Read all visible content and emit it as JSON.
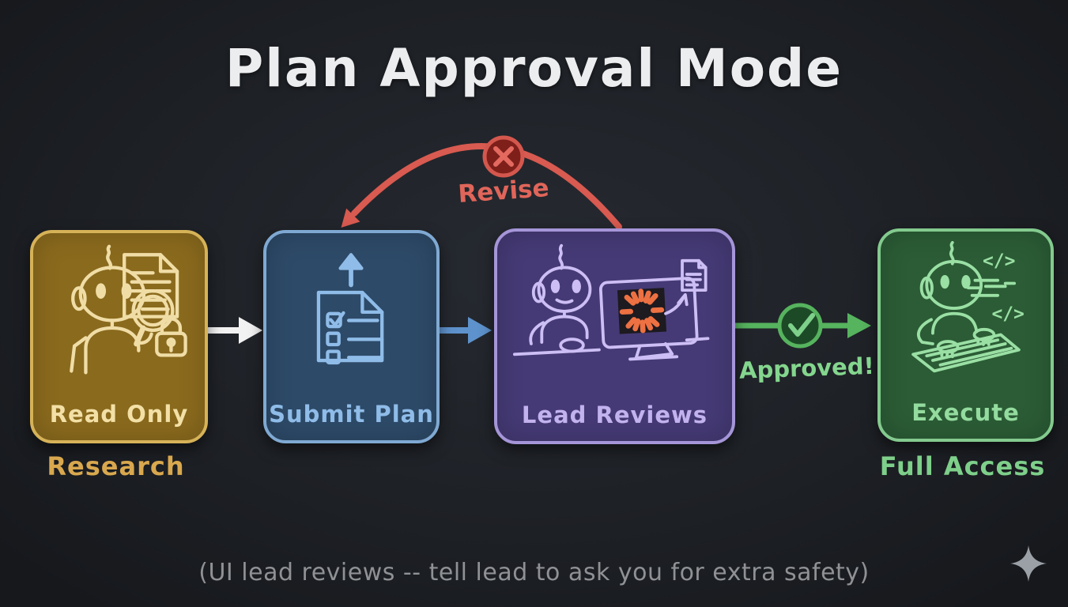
{
  "title": "Plan Approval Mode",
  "caption": "(UI lead reviews -- tell lead to ask you for extra safety)",
  "background_color": "#1e2126",
  "title_color": "#ebedee",
  "caption_color": "#8f9194",
  "stages": [
    {
      "label": "Read Only",
      "sublabel": "Research",
      "fill": "#8a6a1d",
      "border": "#d6b258",
      "label_color": "#f3e0a6",
      "sublabel_color": "#d9a84e",
      "icon": "robot-magnifier-document-lock-icon"
    },
    {
      "label": "Submit Plan",
      "fill": "#2d4a68",
      "border": "#7fa9d2",
      "label_color": "#8fbce8",
      "icon": "checklist-document-upload-icon"
    },
    {
      "label": "Lead Reviews",
      "fill": "#453a75",
      "border": "#a595d8",
      "label_color": "#c2b2ee",
      "icon": "robot-monitor-starburst-document-icon",
      "screen_logo_color": "#ed7142",
      "screen_color": "#1d1a20"
    },
    {
      "label": "Execute",
      "sublabel": "Full Access",
      "fill": "#2b5c35",
      "border": "#83ca8e",
      "label_color": "#93db9e",
      "sublabel_color": "#7ecf8a",
      "icon": "robot-keyboard-code-icon",
      "code_glyph": "</>"
    }
  ],
  "connectors": {
    "step1": {
      "type": "arrow",
      "color": "#f2f2f2",
      "from": "Read Only",
      "to": "Submit Plan"
    },
    "step2": {
      "type": "arrow",
      "color": "#5e92cc",
      "from": "Submit Plan",
      "to": "Lead Reviews"
    },
    "revise": {
      "label": "Revise",
      "color": "#d85a50",
      "label_color": "#e0655a",
      "badge": "x-circle-icon",
      "badge_fill": "#7e1f1a",
      "from": "Lead Reviews",
      "to": "Submit Plan"
    },
    "approved": {
      "label": "Approved!",
      "color": "#56b35e",
      "label_color": "#84d68e",
      "badge": "check-circle-icon",
      "badge_fill": "#1d4a26",
      "from": "Lead Reviews",
      "to": "Execute"
    }
  },
  "sparkle_color": "#9aa0a6"
}
